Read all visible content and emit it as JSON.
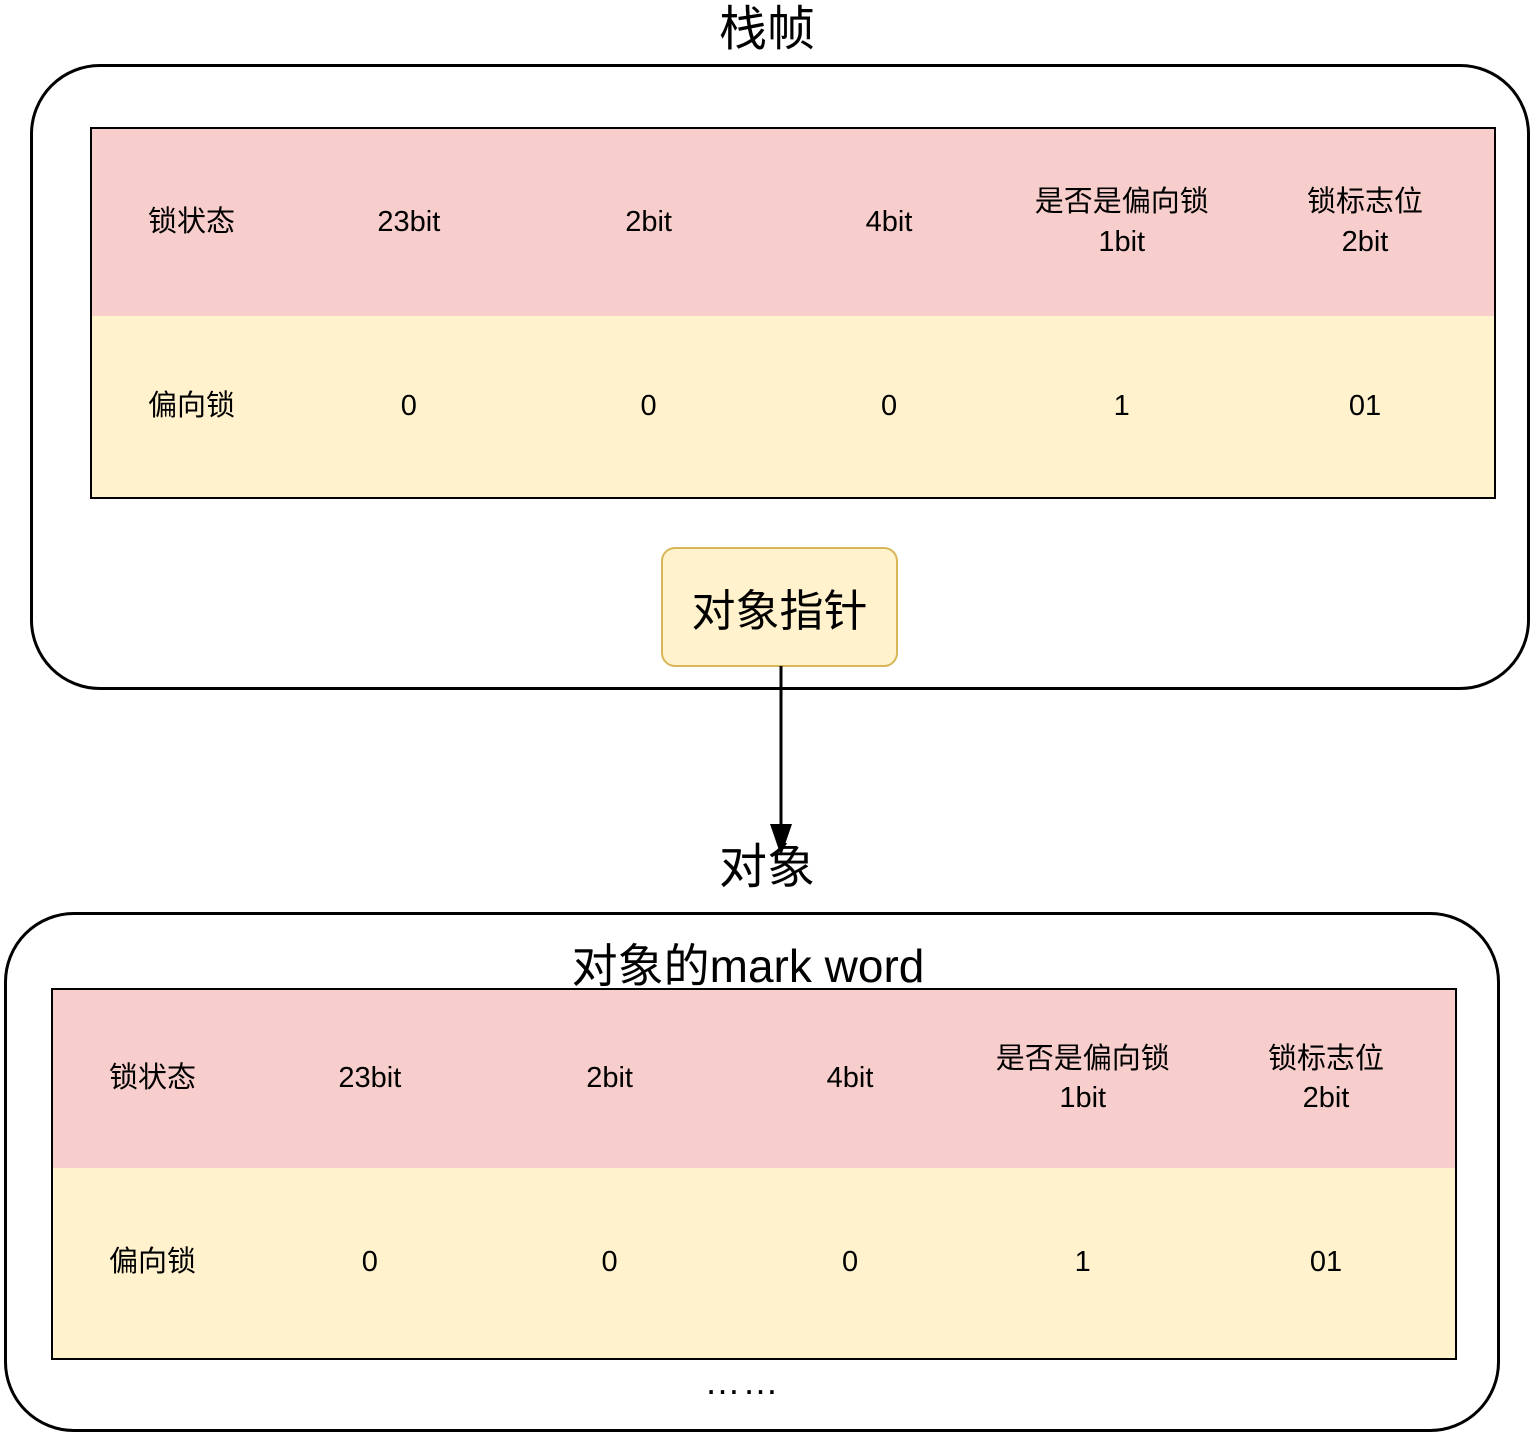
{
  "colors": {
    "table_header_fill": "#F8CECC",
    "table_row_fill": "#FFF2CC",
    "pointer_box_fill": "#FFF2CC",
    "pointer_box_border": "#D6B656",
    "outline": "#000000"
  },
  "stack_frame": {
    "title": "栈帧",
    "table": {
      "headers": [
        {
          "l1": "锁状态",
          "l2": ""
        },
        {
          "l1": "23bit",
          "l2": ""
        },
        {
          "l1": "2bit",
          "l2": ""
        },
        {
          "l1": "4bit",
          "l2": ""
        },
        {
          "l1": "是否是偏向锁",
          "l2": "1bit"
        },
        {
          "l1": "锁标志位",
          "l2": "2bit"
        }
      ],
      "row": [
        "偏向锁",
        "0",
        "0",
        "0",
        "1",
        "01"
      ]
    },
    "pointer_label": "对象指针"
  },
  "object": {
    "label": "对象",
    "mark_word_title": "对象的mark word",
    "table": {
      "headers": [
        {
          "l1": "锁状态",
          "l2": ""
        },
        {
          "l1": "23bit",
          "l2": ""
        },
        {
          "l1": "2bit",
          "l2": ""
        },
        {
          "l1": "4bit",
          "l2": ""
        },
        {
          "l1": "是否是偏向锁",
          "l2": "1bit"
        },
        {
          "l1": "锁标志位",
          "l2": "2bit"
        }
      ],
      "row": [
        "偏向锁",
        "0",
        "0",
        "0",
        "1",
        "01"
      ]
    },
    "ellipsis": "……"
  }
}
